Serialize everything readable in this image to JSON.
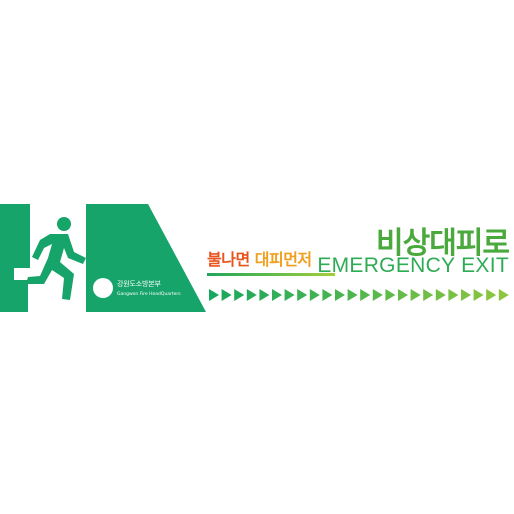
{
  "sign": {
    "org_name_ko": "강원도소방본부",
    "org_name_en": "Gangwon Fire HeadQuarters",
    "slogan_part1": "불나면",
    "slogan_part2": "대피먼저",
    "title_ko": "비상대피로",
    "title_en": "EMERGENCY EXIT",
    "direction": "right"
  },
  "colors": {
    "panel_green": "#17a46a",
    "title_green": "#4aa93c",
    "slogan_orange": "#e8541e",
    "slogan_yellow": "#f0a020",
    "arrow_gradient_start": "#18a75e",
    "arrow_gradient_end": "#8cc63f"
  },
  "icons": [
    "running-person-icon",
    "exit-door-icon",
    "direction-arrows-icon"
  ]
}
